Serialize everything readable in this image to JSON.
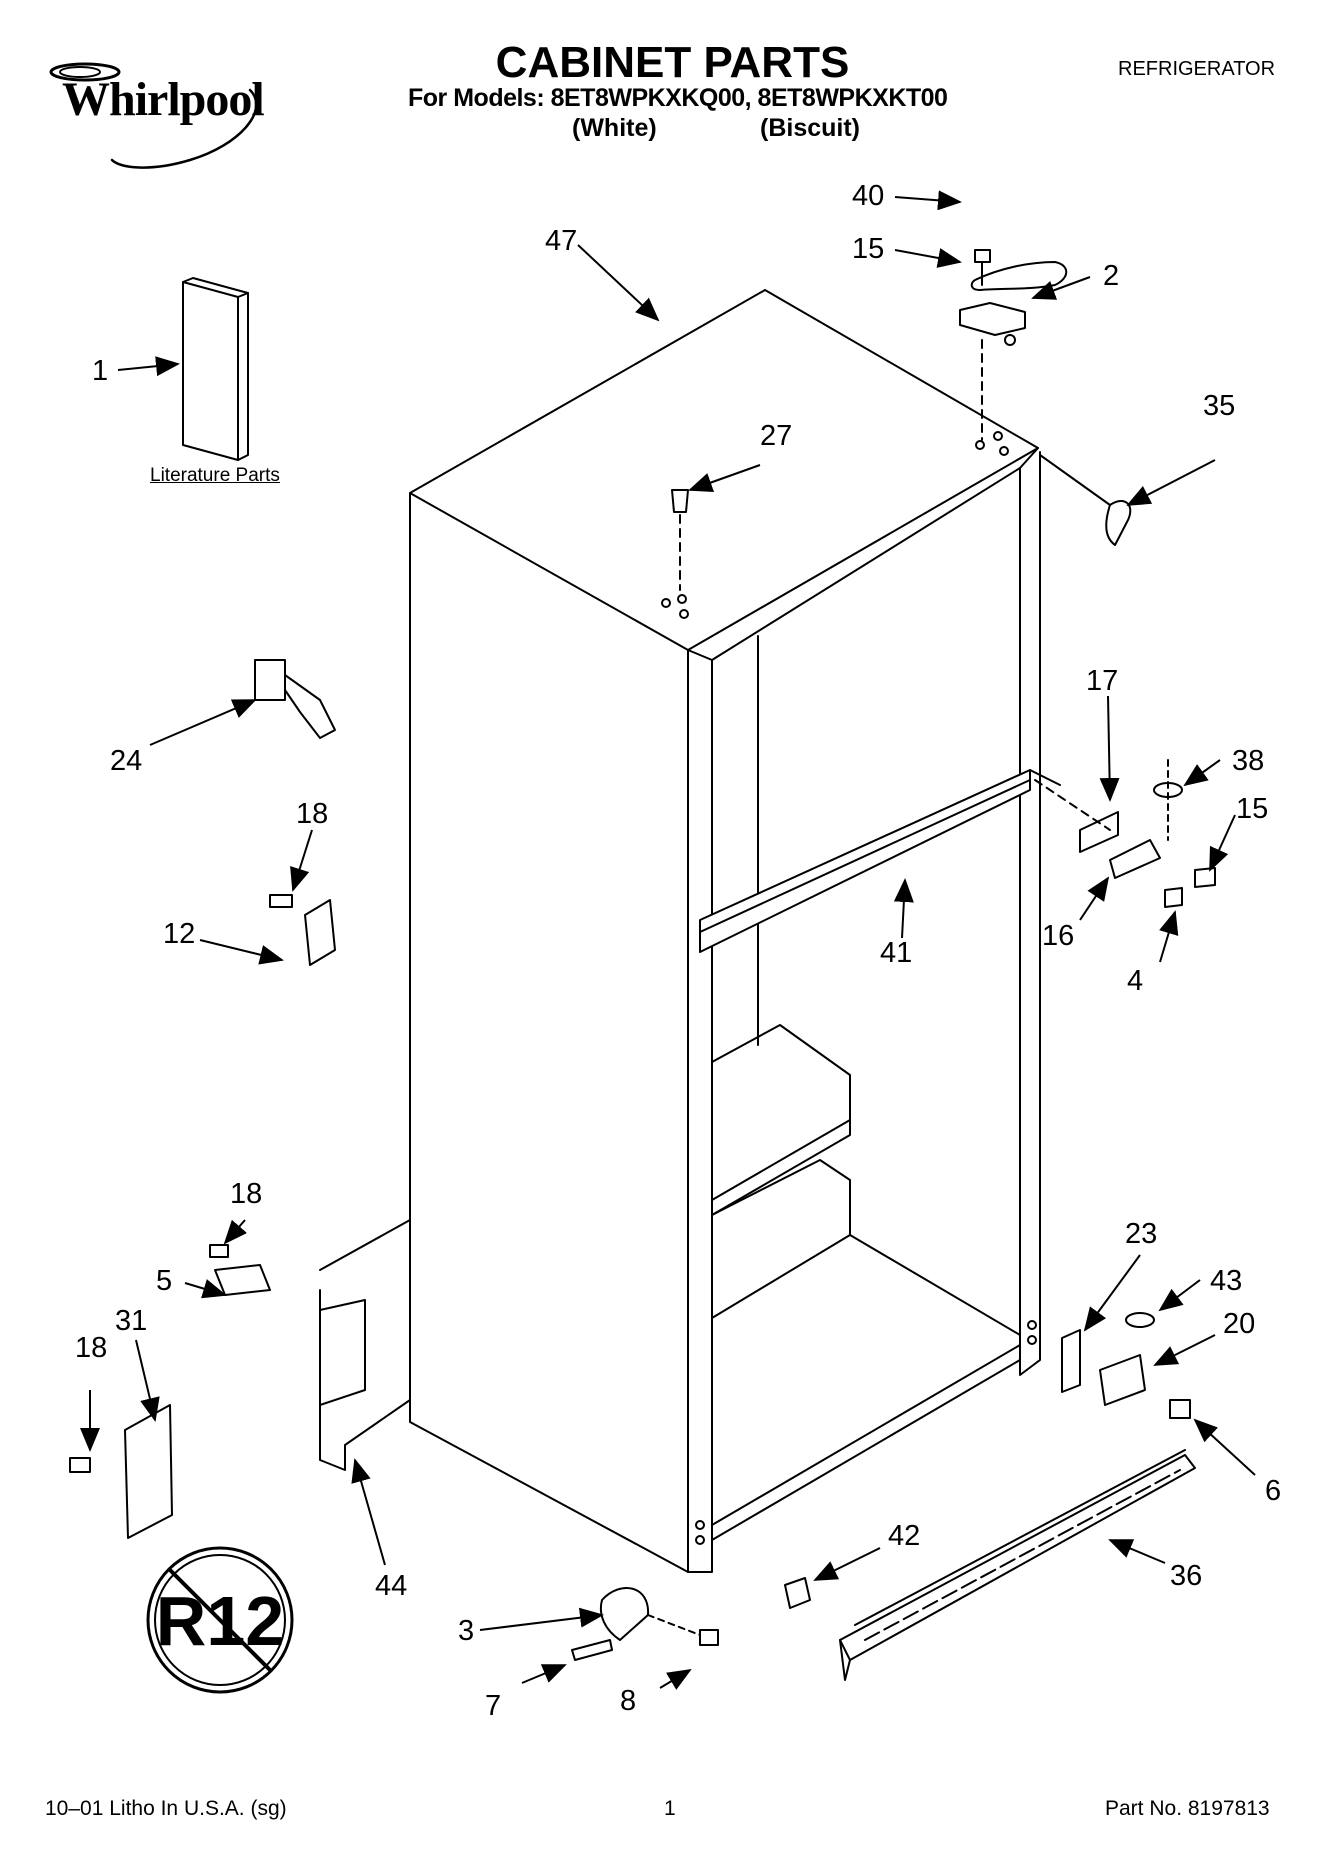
{
  "brand": {
    "name": "Whirlpool"
  },
  "header": {
    "title": "CABINET PARTS",
    "models_line": "For Models: 8ET8WPKXKQ00, 8ET8WPKXKT00",
    "color_white": "(White)",
    "color_biscuit": "(Biscuit)",
    "product": "REFRIGERATOR"
  },
  "literature_label": "Literature Parts",
  "stamp": {
    "text": "R12"
  },
  "callouts": [
    {
      "id": "c1",
      "text": "1"
    },
    {
      "id": "c2",
      "text": "2"
    },
    {
      "id": "c3",
      "text": "3"
    },
    {
      "id": "c4",
      "text": "4"
    },
    {
      "id": "c5",
      "text": "5"
    },
    {
      "id": "c6",
      "text": "6"
    },
    {
      "id": "c7",
      "text": "7"
    },
    {
      "id": "c8",
      "text": "8"
    },
    {
      "id": "c12",
      "text": "12"
    },
    {
      "id": "c15a",
      "text": "15"
    },
    {
      "id": "c15b",
      "text": "15"
    },
    {
      "id": "c16",
      "text": "16"
    },
    {
      "id": "c17",
      "text": "17"
    },
    {
      "id": "c18a",
      "text": "18"
    },
    {
      "id": "c18b",
      "text": "18"
    },
    {
      "id": "c18c",
      "text": "18"
    },
    {
      "id": "c20",
      "text": "20"
    },
    {
      "id": "c23",
      "text": "23"
    },
    {
      "id": "c24",
      "text": "24"
    },
    {
      "id": "c27",
      "text": "27"
    },
    {
      "id": "c31",
      "text": "31"
    },
    {
      "id": "c35",
      "text": "35"
    },
    {
      "id": "c36",
      "text": "36"
    },
    {
      "id": "c38",
      "text": "38"
    },
    {
      "id": "c40",
      "text": "40"
    },
    {
      "id": "c41",
      "text": "41"
    },
    {
      "id": "c42",
      "text": "42"
    },
    {
      "id": "c43",
      "text": "43"
    },
    {
      "id": "c44",
      "text": "44"
    },
    {
      "id": "c47",
      "text": "47"
    }
  ],
  "footer": {
    "left": "10–01 Litho In U.S.A. (sg)",
    "page": "1",
    "part_no": "Part No. 8197813"
  }
}
